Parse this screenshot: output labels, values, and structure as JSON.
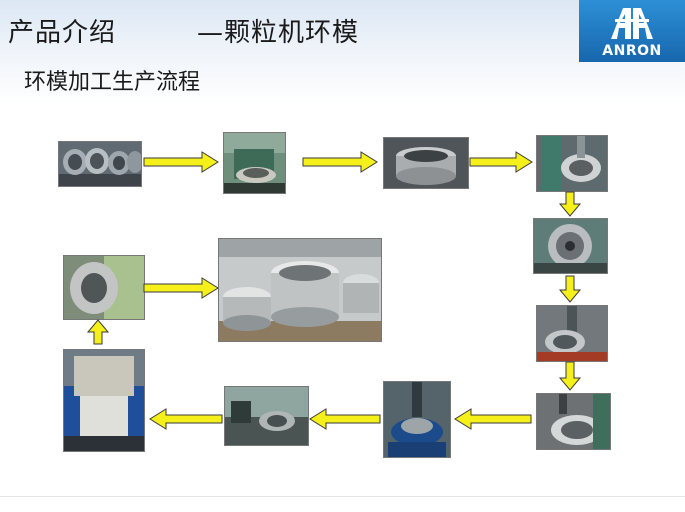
{
  "header": {
    "title": "产品介绍　　　—颗粒机环模",
    "subtitle": "环模加工生产流程"
  },
  "logo": {
    "text": "ANRON",
    "icon": "anron-logo-icon",
    "bg_color": "#1e78c2"
  },
  "process": {
    "arrow_color": "#f5f01a",
    "steps": [
      {
        "id": "step-1-raw-forgings",
        "icon": "photo-steel-rings"
      },
      {
        "id": "step-2-turning",
        "icon": "photo-lathe-machine"
      },
      {
        "id": "step-3-turned-blank",
        "icon": "photo-ring-blank"
      },
      {
        "id": "step-4-vertical-machining",
        "icon": "photo-machining"
      },
      {
        "id": "step-5-chuck-fixture",
        "icon": "photo-chuck"
      },
      {
        "id": "step-6-drilling",
        "icon": "photo-drilling"
      },
      {
        "id": "step-7-hole-drilling",
        "icon": "photo-hole-drilling"
      },
      {
        "id": "step-8-blue-machine",
        "icon": "photo-blue-machine"
      },
      {
        "id": "step-9-factory-floor",
        "icon": "photo-factory"
      },
      {
        "id": "step-10-heat-treatment",
        "icon": "photo-furnace"
      },
      {
        "id": "step-11-finishing",
        "icon": "photo-finishing"
      },
      {
        "id": "step-12-finished-dies",
        "icon": "photo-finished-ring-dies"
      }
    ]
  }
}
